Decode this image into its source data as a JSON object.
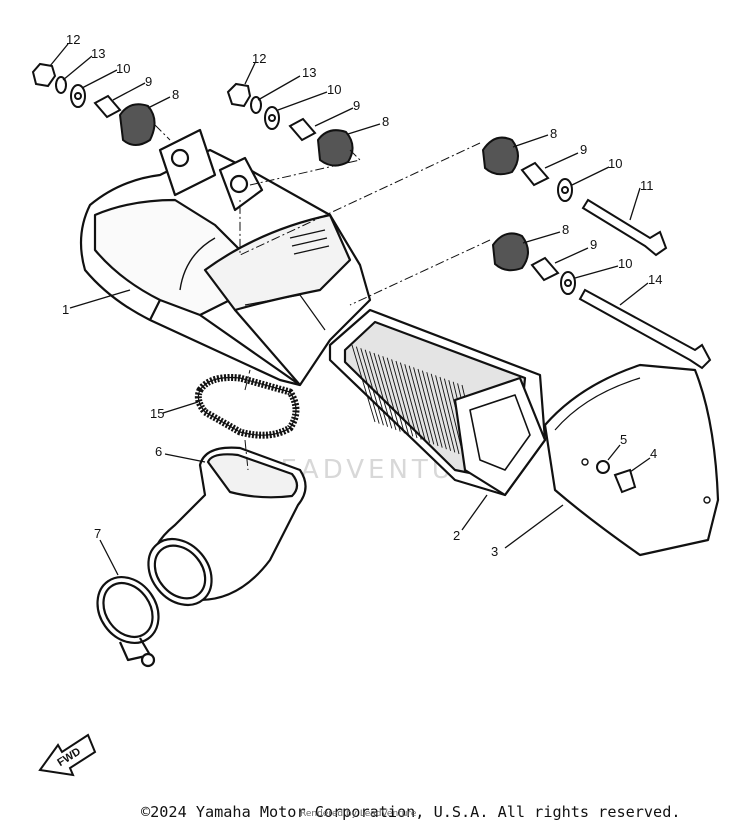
{
  "callouts": [
    "12",
    "13",
    "10",
    "9",
    "8",
    "12",
    "13",
    "10",
    "9",
    "8",
    "8",
    "9",
    "10",
    "11",
    "8",
    "9",
    "10",
    "14",
    "1",
    "15",
    "6",
    "7",
    "5",
    "4",
    "2",
    "3"
  ],
  "fwd_label": "FWD",
  "watermark": "LEADVENTURE",
  "footer": {
    "copyright": "©2024 Yamaha Motor Corporation, U.S.A. All rights reserved.",
    "rendered_by": "Rendered by LeadVenture"
  }
}
